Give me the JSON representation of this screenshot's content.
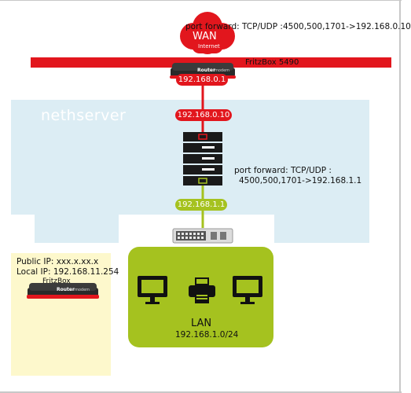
{
  "wan": {
    "title": "WAN",
    "subtitle": "Internet",
    "port_forward_label": "port forward: TCP/UDP :4500,500,1701->192.168.0.10"
  },
  "fritzbox_top": {
    "name": "FritzBox 5490",
    "device_brand": "Router",
    "device_mode": "modem",
    "ip": "192.168.0.1"
  },
  "nethserver": {
    "label": "nethserver",
    "wan_ip": "192.168.0.10",
    "lan_ip": "192.168.1.1",
    "port_forward_label": "port forward: TCP/UDP :",
    "port_forward_rule": "4500,500,1701->192.168.1.1"
  },
  "lan": {
    "title": "LAN",
    "subnet": "192.168.1.0/24"
  },
  "remote_site": {
    "public_ip": "Public IP: xxx.x.xx.x",
    "local_ip": "Local IP: 192.168.11.254",
    "device_name": "FritzBox",
    "device_brand": "Router",
    "device_mode": "modem"
  },
  "colors": {
    "wan_red": "#e2161d",
    "lan_green": "#a5c21f",
    "nethserver_bg": "#dcedf4",
    "remote_bg": "#fdf8cc",
    "server_dark": "#1a1a1a"
  },
  "icons": [
    "cloud-icon",
    "router-icon",
    "server-icon",
    "switch-icon",
    "monitor-icon",
    "printer-icon"
  ]
}
